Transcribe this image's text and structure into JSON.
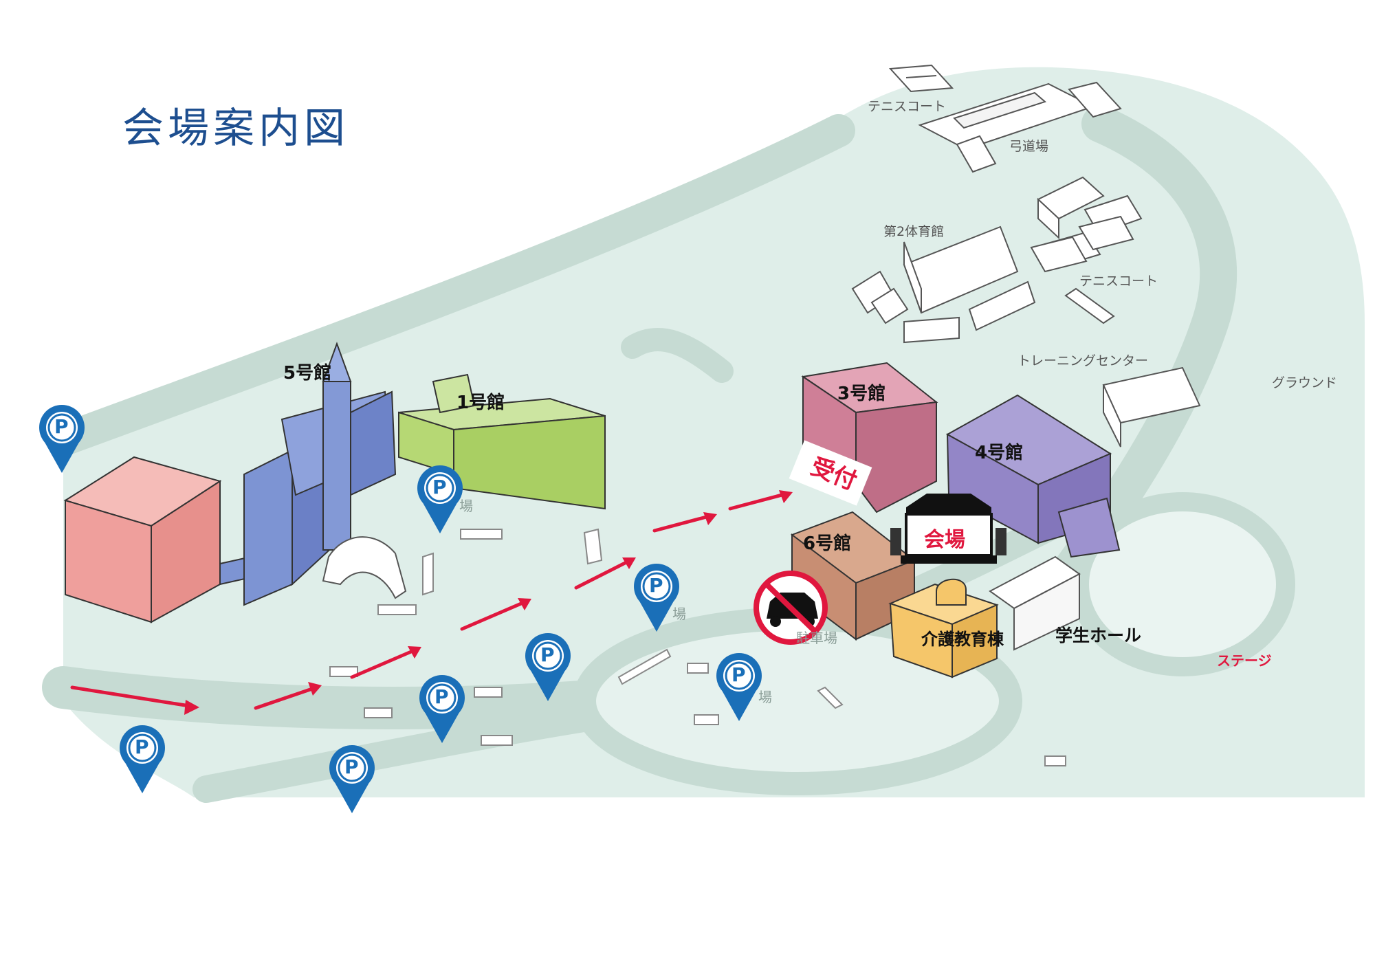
{
  "title": "会場案内図",
  "buildings": {
    "b5": "5号館",
    "b1": "1号館",
    "b3": "3号館",
    "b4": "4号館",
    "b6": "6号館",
    "kaigo": "介護教育棟",
    "student_hall": "学生ホール"
  },
  "facilities": {
    "tennis1": "テニスコート",
    "kyudo": "弓道場",
    "gym2": "第2体育館",
    "tennis2": "テニスコート",
    "training": "トレーニングセンター",
    "ground": "グラウンド"
  },
  "markers": {
    "reception": "受付",
    "venue": "会場",
    "stage": "ステージ",
    "parking_letter": "P"
  },
  "parking_labels": [
    "場",
    "場",
    "駐車場",
    "場"
  ],
  "icons": {
    "parking": "parking-pin-icon",
    "no_car": "no-car-icon",
    "route_arrow": "route-arrow-icon",
    "stage": "stage-icon"
  },
  "colors": {
    "title": "#1d4e8f",
    "pin": "#1a6fb8",
    "arrow": "#e0173e",
    "ground": "#dfeee9",
    "road": "#c9dcd5",
    "b5": "#6f86cf",
    "b1": "#b6d874",
    "b3": "#cf7f97",
    "b4": "#9386c7",
    "b6": "#c88e73",
    "kaigo": "#f5c66a",
    "hospital": "#ef9f9c"
  }
}
